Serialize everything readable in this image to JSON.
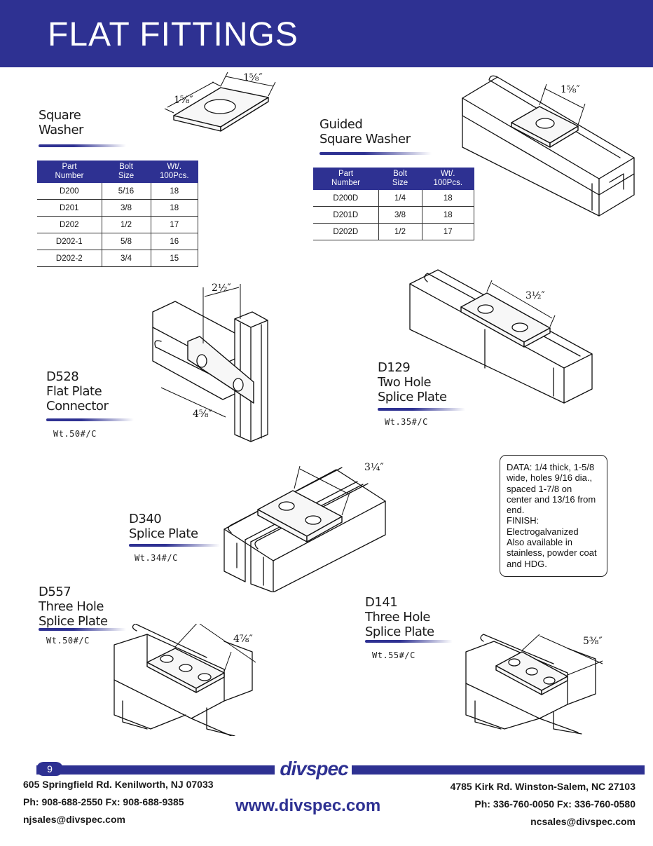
{
  "header": {
    "title": "FLAT FITTINGS"
  },
  "square_washer": {
    "label_lines": [
      "Square",
      "Washer"
    ],
    "dim_a": "1⁵⁄₈″",
    "dim_b": "1⁵⁄₈″",
    "table": {
      "headers": [
        [
          "Part",
          "Number"
        ],
        [
          "Bolt",
          "Size"
        ],
        [
          "Wt/.",
          "100Pcs."
        ]
      ],
      "rows": [
        [
          "D200",
          "5/16",
          "18"
        ],
        [
          "D201",
          "3/8",
          "18"
        ],
        [
          "D202",
          "1/2",
          "17"
        ],
        [
          "D202-1",
          "5/8",
          "16"
        ],
        [
          "D202-2",
          "3/4",
          "15"
        ]
      ]
    }
  },
  "guided_washer": {
    "label_lines": [
      "Guided",
      "Square Washer"
    ],
    "dim": "1⁵⁄₈″",
    "table": {
      "headers": [
        [
          "Part",
          "Number"
        ],
        [
          "Bolt",
          "Size"
        ],
        [
          "Wt/.",
          "100Pcs."
        ]
      ],
      "rows": [
        [
          "D200D",
          "1/4",
          "18"
        ],
        [
          "D201D",
          "3/8",
          "18"
        ],
        [
          "D202D",
          "1/2",
          "17"
        ]
      ]
    }
  },
  "d528": {
    "label_lines": [
      "D528",
      "Flat Plate",
      "Connector"
    ],
    "weight": "Wt.50#/C",
    "dim_top": "2½″",
    "dim_bottom": "4⁵⁄₈″"
  },
  "d129": {
    "label_lines": [
      "D129",
      "Two Hole",
      "Splice Plate"
    ],
    "weight": "Wt.35#/C",
    "dim": "3½″"
  },
  "d340": {
    "label_lines": [
      "D340",
      "Splice Plate"
    ],
    "weight": "Wt.34#/C",
    "dim": "3¼″"
  },
  "d557": {
    "label_lines": [
      "D557",
      "Three Hole",
      "Splice Plate"
    ],
    "weight": "Wt.50#/C",
    "dim": "4⅞″"
  },
  "d141": {
    "label_lines": [
      "D141",
      "Three Hole",
      "Splice Plate"
    ],
    "weight": "Wt.55#/C",
    "dim": "5⅜″"
  },
  "data_box": {
    "lines": [
      "DATA: 1/4 thick, 1-5/8",
      "wide, holes 9/16 dia.,",
      "spaced 1-7/8 on",
      "center and 13/16 from",
      "end.",
      "FINISH:",
      "Electrogalvanized",
      "Also available in",
      "stainless, powder coat",
      "and HDG."
    ]
  },
  "footer": {
    "page_number": "9",
    "logo": "divspec",
    "left_address": [
      "605 Springfield Rd. Kenilworth, NJ 07033",
      "Ph: 908-688-2550 Fx: 908-688-9385",
      "njsales@divspec.com"
    ],
    "website": "www.divspec.com",
    "right_address": [
      "4785 Kirk Rd. Winston-Salem, NC 27103",
      "Ph: 336-760-0050 Fx: 336-760-0580",
      "ncsales@divspec.com"
    ]
  },
  "colors": {
    "brand": "#2e3192"
  }
}
